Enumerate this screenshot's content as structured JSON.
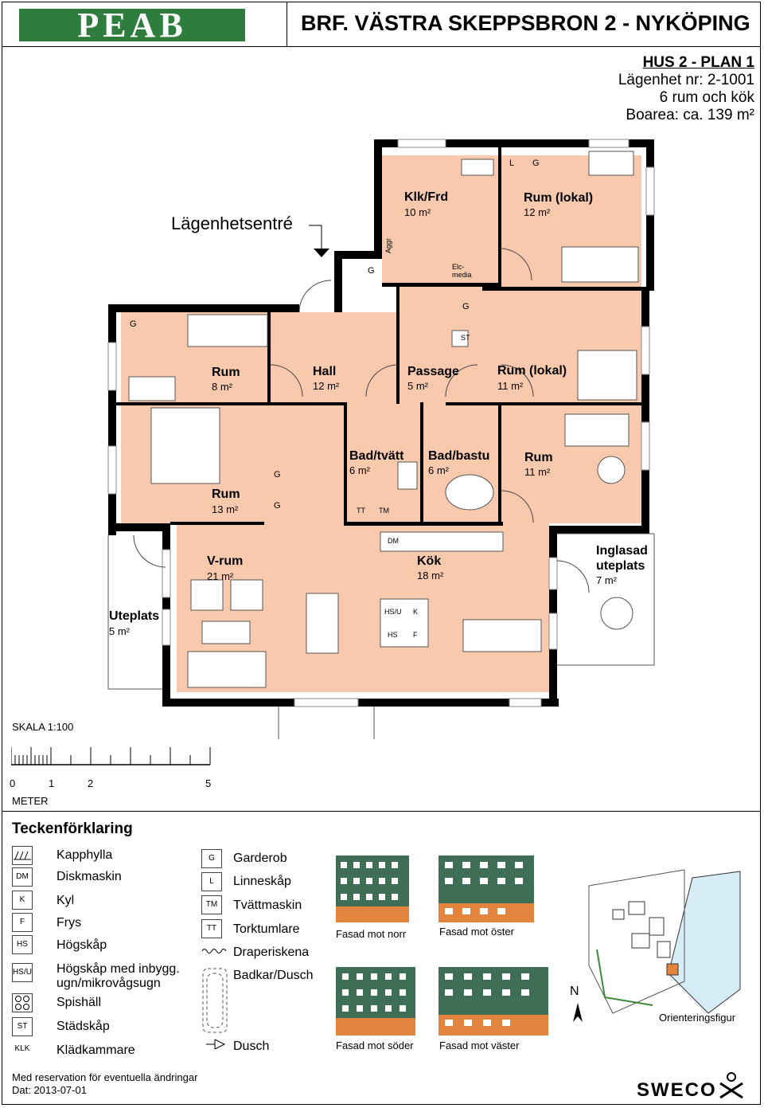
{
  "header": {
    "logo_text": "PEAB",
    "title": "BRF. VÄSTRA SKEPPSBRON 2 - NYKÖPING",
    "plan": "HUS 2 - PLAN 1",
    "apartment": "Lägenhet nr: 2-1001",
    "rooms": "6 rum och kök",
    "area": "Boarea: ca. 139 m²"
  },
  "plan": {
    "entrance_label": "Lägenhetsentré",
    "rooms": [
      {
        "name": "Klk/Frd",
        "area": "10 m²"
      },
      {
        "name": "Rum (lokal)",
        "area": "12 m²"
      },
      {
        "name": "Rum",
        "area": "8 m²"
      },
      {
        "name": "Hall",
        "area": "12 m²"
      },
      {
        "name": "Passage",
        "area": "5 m²"
      },
      {
        "name": "Rum (lokal)",
        "area": "11 m²"
      },
      {
        "name": "Bad/tvätt",
        "area": "6 m²"
      },
      {
        "name": "Bad/bastu",
        "area": "6 m²"
      },
      {
        "name": "Rum",
        "area": "11 m²"
      },
      {
        "name": "Rum",
        "area": "13 m²"
      },
      {
        "name": "V-rum",
        "area": "21 m²"
      },
      {
        "name": "Kök",
        "area": "18 m²"
      },
      {
        "name": "Inglasad",
        "name2": "uteplats",
        "area": "7 m²"
      },
      {
        "name": "Uteplats",
        "area": "5 m²"
      }
    ],
    "small_labels": {
      "g": "G",
      "l": "L",
      "st": "ST",
      "tt": "TT",
      "tm": "TM",
      "dm": "DM",
      "hsu": "HS/U",
      "hs": "HS",
      "k": "K",
      "f": "F",
      "aggr": "Aggr",
      "elc1": "Elc-",
      "elc2": "media"
    }
  },
  "scale": {
    "label": "SKALA 1:100",
    "ticks": [
      "0",
      "1",
      "2",
      "5"
    ],
    "unit": "METER"
  },
  "legend": {
    "heading": "Teckenförklaring",
    "col1": [
      {
        "code": "",
        "icon": "shelf-icon",
        "label": "Kapphylla"
      },
      {
        "code": "DM",
        "label": "Diskmaskin"
      },
      {
        "code": "K",
        "label": "Kyl"
      },
      {
        "code": "F",
        "label": "Frys"
      },
      {
        "code": "HS",
        "label": "Högskåp"
      },
      {
        "code": "HS/U",
        "label": "Högskåp med inbygg.",
        "label2": "ugn/mikrovågsugn"
      },
      {
        "code": "",
        "icon": "stove-icon",
        "label": "Spishäll"
      },
      {
        "code": "ST",
        "label": "Städskåp"
      },
      {
        "code": "KLK",
        "label": "Klädkammare"
      }
    ],
    "col2": [
      {
        "code": "G",
        "label": "Garderob"
      },
      {
        "code": "L",
        "label": "Linneskåp"
      },
      {
        "code": "TM",
        "label": "Tvättmaskin"
      },
      {
        "code": "TT",
        "label": "Torktumlare"
      },
      {
        "code": "",
        "icon": "curtain-rail-icon",
        "label": "Draperiskena"
      },
      {
        "code": "",
        "icon": "bathtub-icon",
        "label": "Badkar/Dusch"
      },
      {
        "code": "",
        "icon": "shower-icon",
        "label": "Dusch"
      }
    ]
  },
  "facades": [
    {
      "label": "Fasad mot norr"
    },
    {
      "label": "Fasad mot öster"
    },
    {
      "label": "Fasad mot söder"
    },
    {
      "label": "Fasad mot väster"
    }
  ],
  "orientation": {
    "north": "N",
    "label": "Orienteringsfigur"
  },
  "footer": {
    "disclaimer": "Med reservation för eventuella ändringar",
    "date": "Dat: 2013-07-01",
    "brand": "SWECO"
  },
  "colors": {
    "room_fill": "#f9c9ad",
    "wall": "#000000",
    "facade_green": "#3e6e55",
    "facade_orange": "#e2833e",
    "logo_green": "#2e7d3e"
  }
}
